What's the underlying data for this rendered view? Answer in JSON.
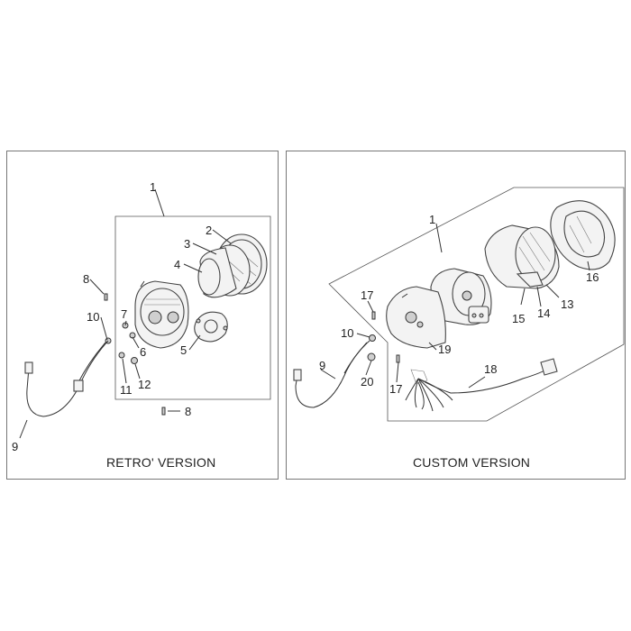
{
  "panels": {
    "left": {
      "caption": "RETRO' VERSION",
      "callouts": [
        "1",
        "2",
        "3",
        "4",
        "5",
        "6",
        "7",
        "8",
        "8",
        "9",
        "10",
        "11",
        "12"
      ]
    },
    "right": {
      "caption": "CUSTOM VERSION",
      "callouts": [
        "1",
        "9",
        "10",
        "13",
        "14",
        "15",
        "16",
        "17",
        "17",
        "18",
        "19",
        "20"
      ]
    }
  }
}
